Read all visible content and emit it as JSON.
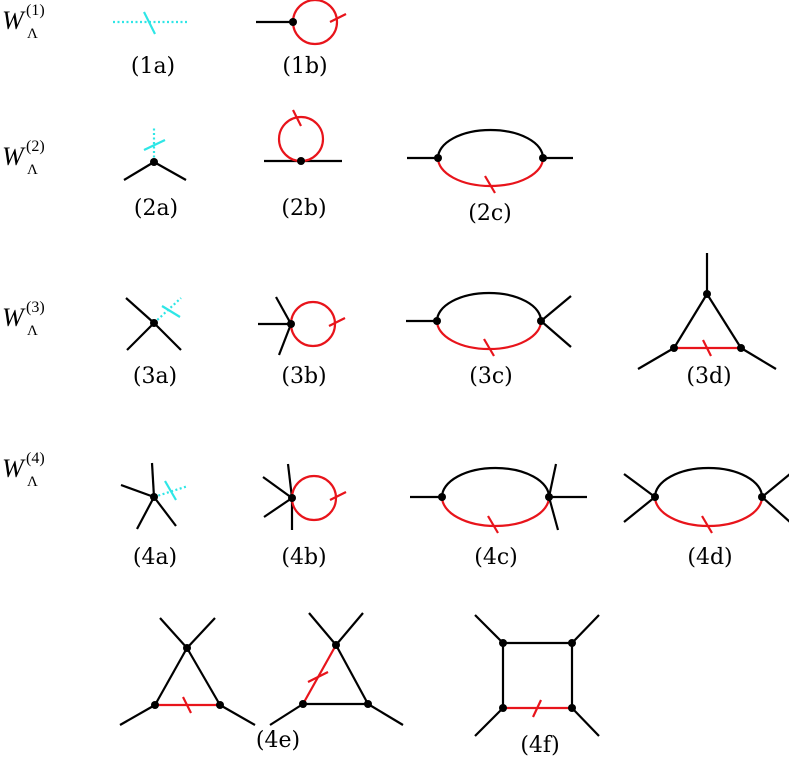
{
  "colors": {
    "line": "#000000",
    "propagator": "#e8141b",
    "single_scale": "#2ee6e6",
    "vertex": "#000000"
  },
  "rows": [
    {
      "id": "row1",
      "W": "W",
      "sup": "(1)",
      "sub": "Λ"
    },
    {
      "id": "row2",
      "W": "W",
      "sup": "(2)",
      "sub": "Λ"
    },
    {
      "id": "row3",
      "W": "W",
      "sup": "(3)",
      "sub": "Λ"
    },
    {
      "id": "row4",
      "W": "W",
      "sup": "(4)",
      "sub": "Λ"
    }
  ],
  "diagrams": {
    "1a": "(1a)",
    "1b": "(1b)",
    "2a": "(2a)",
    "2b": "(2b)",
    "2c": "(2c)",
    "3a": "(3a)",
    "3b": "(3b)",
    "3c": "(3c)",
    "3d": "(3d)",
    "4a": "(4a)",
    "4b": "(4b)",
    "4c": "(4c)",
    "4d": "(4d)",
    "4e": "(4e)",
    "4f": "(4f)"
  }
}
